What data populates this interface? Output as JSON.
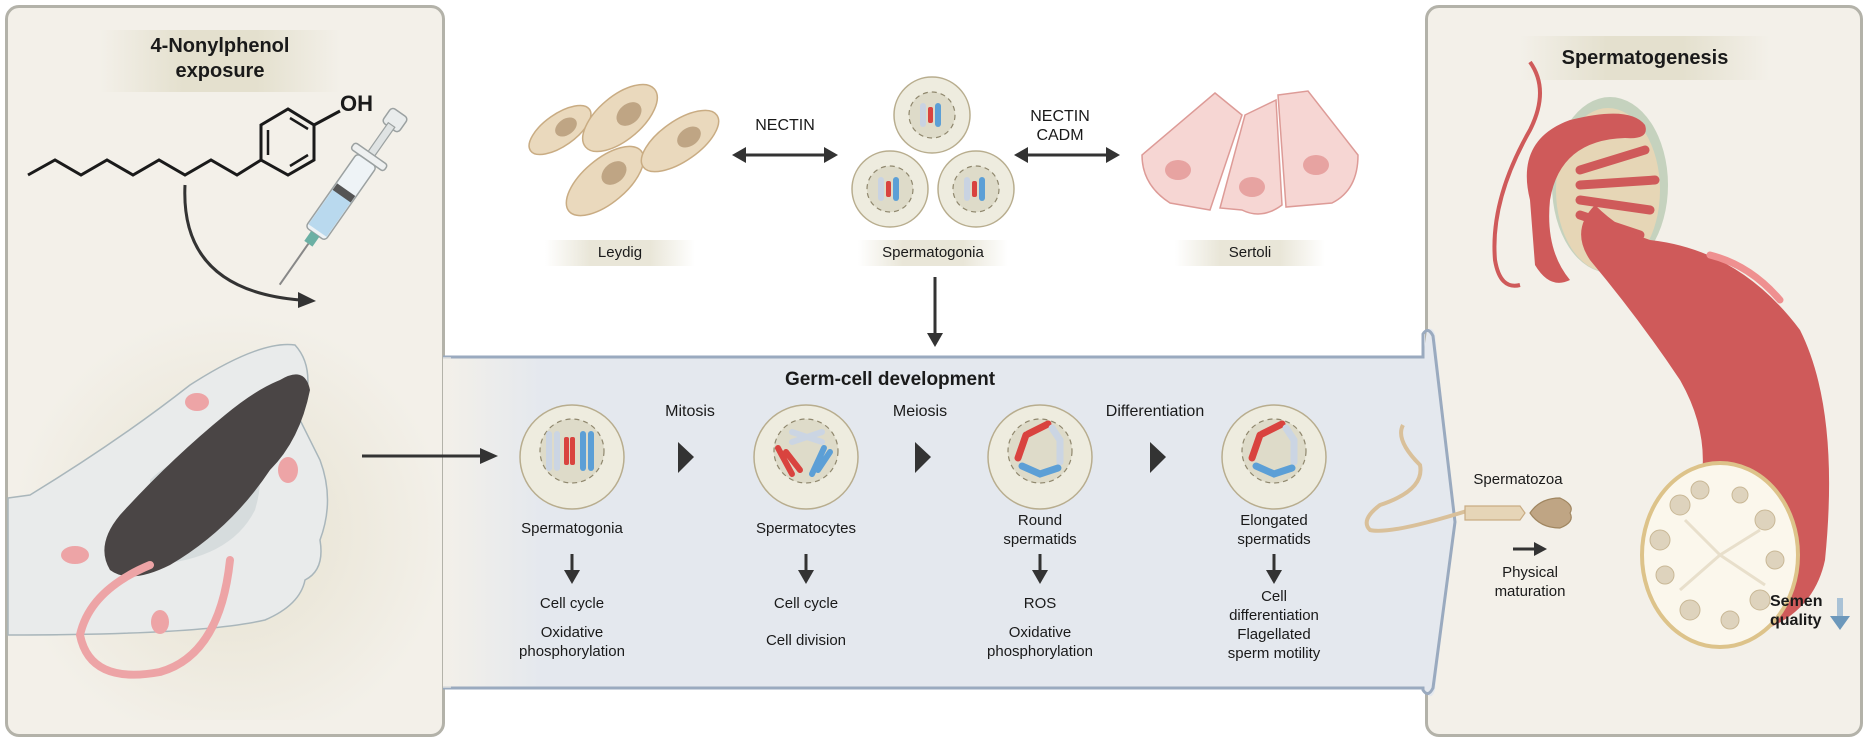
{
  "left_panel": {
    "title_line1": "4-Nonylphenol",
    "title_line2": "exposure",
    "molecule_group": "OH"
  },
  "top_row": {
    "cells": [
      {
        "label": "Leydig"
      },
      {
        "label": "Spermatogonia"
      },
      {
        "label": "Sertoli"
      }
    ],
    "interaction_left": "NECTIN",
    "interaction_right_line1": "NECTIN",
    "interaction_right_line2": "CADM"
  },
  "germ_cell_band": {
    "title": "Germ-cell development",
    "transitions": [
      "Mitosis",
      "Meiosis",
      "Differentiation"
    ],
    "stages": [
      {
        "name_line1": "Spermatogonia",
        "name_line2": "",
        "effects": [
          "Cell cycle",
          "Oxidative",
          "phosphorylation"
        ]
      },
      {
        "name_line1": "Spermatocytes",
        "name_line2": "",
        "effects": [
          "Cell cycle",
          "Cell division"
        ]
      },
      {
        "name_line1": "Round",
        "name_line2": "spermatids",
        "effects": [
          "ROS",
          "Oxidative",
          "phosphorylation"
        ]
      },
      {
        "name_line1": "Elongated",
        "name_line2": "spermatids",
        "effects": [
          "Cell",
          "differentiation",
          "Flagellated",
          "sperm motility"
        ]
      }
    ]
  },
  "right_panel": {
    "title": "Spermatogenesis",
    "spermatozoa_label": "Spermatozoa",
    "maturation_line1": "Physical",
    "maturation_line2": "maturation",
    "outcome_line1": "Semen",
    "outcome_line2": "quality",
    "outcome_direction": "decrease"
  },
  "colors": {
    "panel_bg": "#f3f0e9",
    "panel_border": "#b3b2a9",
    "band_bg": "#e4e8ee",
    "band_border": "#9aaabf",
    "tubule_red": "#cf5a5a",
    "arrow_dark": "#333333",
    "down_arrow_blue": "#6c98bb"
  }
}
